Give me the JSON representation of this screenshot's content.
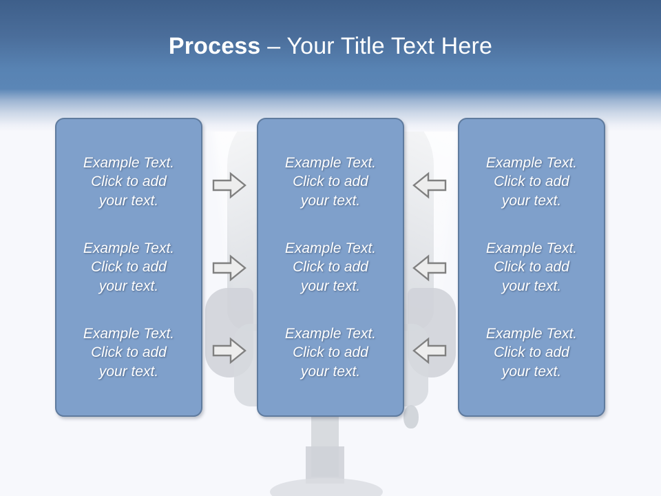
{
  "slide": {
    "title_bold": "Process",
    "title_rest": " – Your Title Text Here",
    "background_description": "faded photo of a person seated in an office chair",
    "colors": {
      "header_top": "#3e5f8a",
      "header_bottom": "#5b86b6",
      "box_fill": "#7fa0cb",
      "box_border": "#5f7b9e",
      "arrow_fill": "#ededed",
      "arrow_border": "#808080",
      "page_background": "#f7f8fc",
      "text": "#ffffff"
    }
  },
  "columns": [
    {
      "name": "column-left",
      "items": [
        "Example Text.\nClick  to add\nyour text.",
        "Example Text.\nClick  to add\nyour text.",
        "Example Text.\nClick  to add\nyour text."
      ]
    },
    {
      "name": "column-middle",
      "items": [
        "Example Text.\nClick  to add\nyour text.",
        "Example Text.\nClick  to add\nyour text.",
        "Example Text.\nClick  to add\nyour text."
      ]
    },
    {
      "name": "column-right",
      "items": [
        "Example Text.\nClick  to add\nyour text.",
        "Example Text.\nClick  to add\nyour text.",
        "Example Text.\nClick  to add\nyour text."
      ]
    }
  ],
  "arrows": {
    "left_group_direction": "right",
    "right_group_direction": "left",
    "count_per_group": 3
  }
}
